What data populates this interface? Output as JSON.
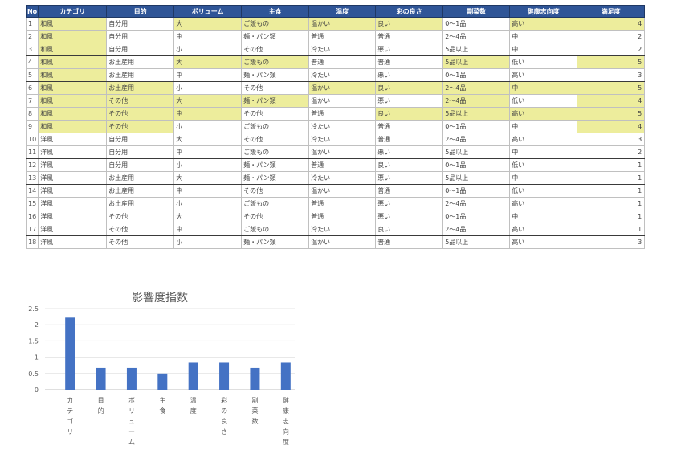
{
  "table": {
    "headers": [
      "No",
      "カテゴリ",
      "目的",
      "ボリューム",
      "主食",
      "温度",
      "彩の良さ",
      "副菜数",
      "健康志向度",
      "満足度"
    ],
    "rows": [
      {
        "cells": [
          "1",
          "和風",
          "自分用",
          "大",
          "ご飯もの",
          "温かい",
          "良い",
          "0〜1品",
          "高い",
          "4"
        ],
        "hl": [
          1,
          3,
          4,
          5,
          6,
          8,
          9
        ]
      },
      {
        "cells": [
          "2",
          "和風",
          "自分用",
          "中",
          "麺・パン類",
          "普通",
          "普通",
          "2〜4品",
          "中",
          "2"
        ],
        "hl": [
          1
        ]
      },
      {
        "cells": [
          "3",
          "和風",
          "自分用",
          "小",
          "その他",
          "冷たい",
          "悪い",
          "5品以上",
          "中",
          "2"
        ],
        "hl": [
          1
        ]
      },
      {
        "cells": [
          "4",
          "和風",
          "お土産用",
          "大",
          "ご飯もの",
          "普通",
          "普通",
          "5品以上",
          "低い",
          "5"
        ],
        "hl": [
          1,
          3,
          4,
          7,
          9
        ]
      },
      {
        "cells": [
          "5",
          "和風",
          "お土産用",
          "中",
          "麺・パン類",
          "冷たい",
          "悪い",
          "0〜1品",
          "高い",
          "3"
        ],
        "hl": [
          1
        ]
      },
      {
        "cells": [
          "6",
          "和風",
          "お土産用",
          "小",
          "その他",
          "温かい",
          "良い",
          "2〜4品",
          "中",
          "5"
        ],
        "hl": [
          1,
          2,
          5,
          6,
          7,
          8,
          9
        ]
      },
      {
        "cells": [
          "7",
          "和風",
          "その他",
          "大",
          "麺・パン類",
          "温かい",
          "悪い",
          "2〜4品",
          "低い",
          "4"
        ],
        "hl": [
          1,
          2,
          3,
          4,
          7,
          9
        ]
      },
      {
        "cells": [
          "8",
          "和風",
          "その他",
          "中",
          "その他",
          "普通",
          "良い",
          "5品以上",
          "高い",
          "5"
        ],
        "hl": [
          1,
          2,
          3,
          6,
          7,
          8,
          9
        ]
      },
      {
        "cells": [
          "9",
          "和風",
          "その他",
          "小",
          "ご飯もの",
          "冷たい",
          "普通",
          "0〜1品",
          "中",
          "4"
        ],
        "hl": [
          1,
          2,
          9
        ]
      },
      {
        "cells": [
          "10",
          "洋風",
          "自分用",
          "大",
          "その他",
          "冷たい",
          "普通",
          "2〜4品",
          "高い",
          "3"
        ],
        "hl": []
      },
      {
        "cells": [
          "11",
          "洋風",
          "自分用",
          "中",
          "ご飯もの",
          "温かい",
          "悪い",
          "5品以上",
          "中",
          "2"
        ],
        "hl": []
      },
      {
        "cells": [
          "12",
          "洋風",
          "自分用",
          "小",
          "麺・パン類",
          "普通",
          "良い",
          "0〜1品",
          "低い",
          "1"
        ],
        "hl": []
      },
      {
        "cells": [
          "13",
          "洋風",
          "お土産用",
          "大",
          "麺・パン類",
          "冷たい",
          "悪い",
          "5品以上",
          "中",
          "1"
        ],
        "hl": []
      },
      {
        "cells": [
          "14",
          "洋風",
          "お土産用",
          "中",
          "その他",
          "温かい",
          "普通",
          "0〜1品",
          "低い",
          "1"
        ],
        "hl": []
      },
      {
        "cells": [
          "15",
          "洋風",
          "お土産用",
          "小",
          "ご飯もの",
          "普通",
          "悪い",
          "2〜4品",
          "高い",
          "1"
        ],
        "hl": []
      },
      {
        "cells": [
          "16",
          "洋風",
          "その他",
          "大",
          "その他",
          "普通",
          "悪い",
          "0〜1品",
          "中",
          "1"
        ],
        "hl": []
      },
      {
        "cells": [
          "17",
          "洋風",
          "その他",
          "中",
          "ご飯もの",
          "冷たい",
          "良い",
          "2〜4品",
          "高い",
          "1"
        ],
        "hl": []
      },
      {
        "cells": [
          "18",
          "洋風",
          "その他",
          "小",
          "麺・パン類",
          "温かい",
          "普通",
          "5品以上",
          "高い",
          "3"
        ],
        "hl": []
      }
    ],
    "group_borders_after": [
      3,
      5,
      9,
      11,
      13,
      15,
      17
    ]
  },
  "colors": {
    "header_bg": "#2f5597",
    "highlight": "#eded9c",
    "bar": "#4472c4"
  },
  "chart_data": {
    "type": "bar",
    "title": "影響度指数",
    "categories": [
      "カテゴリ",
      "目的",
      "ボリューム",
      "主食",
      "温度",
      "彩の良さ",
      "副菜数",
      "健康志向度"
    ],
    "values": [
      2.22,
      0.67,
      0.67,
      0.5,
      0.83,
      0.83,
      0.67,
      0.83
    ],
    "ylim": [
      0,
      2.5
    ],
    "yticks": [
      "0",
      "0.5",
      "1",
      "1.5",
      "2",
      "2.5"
    ],
    "grid": true,
    "legend": "none"
  }
}
